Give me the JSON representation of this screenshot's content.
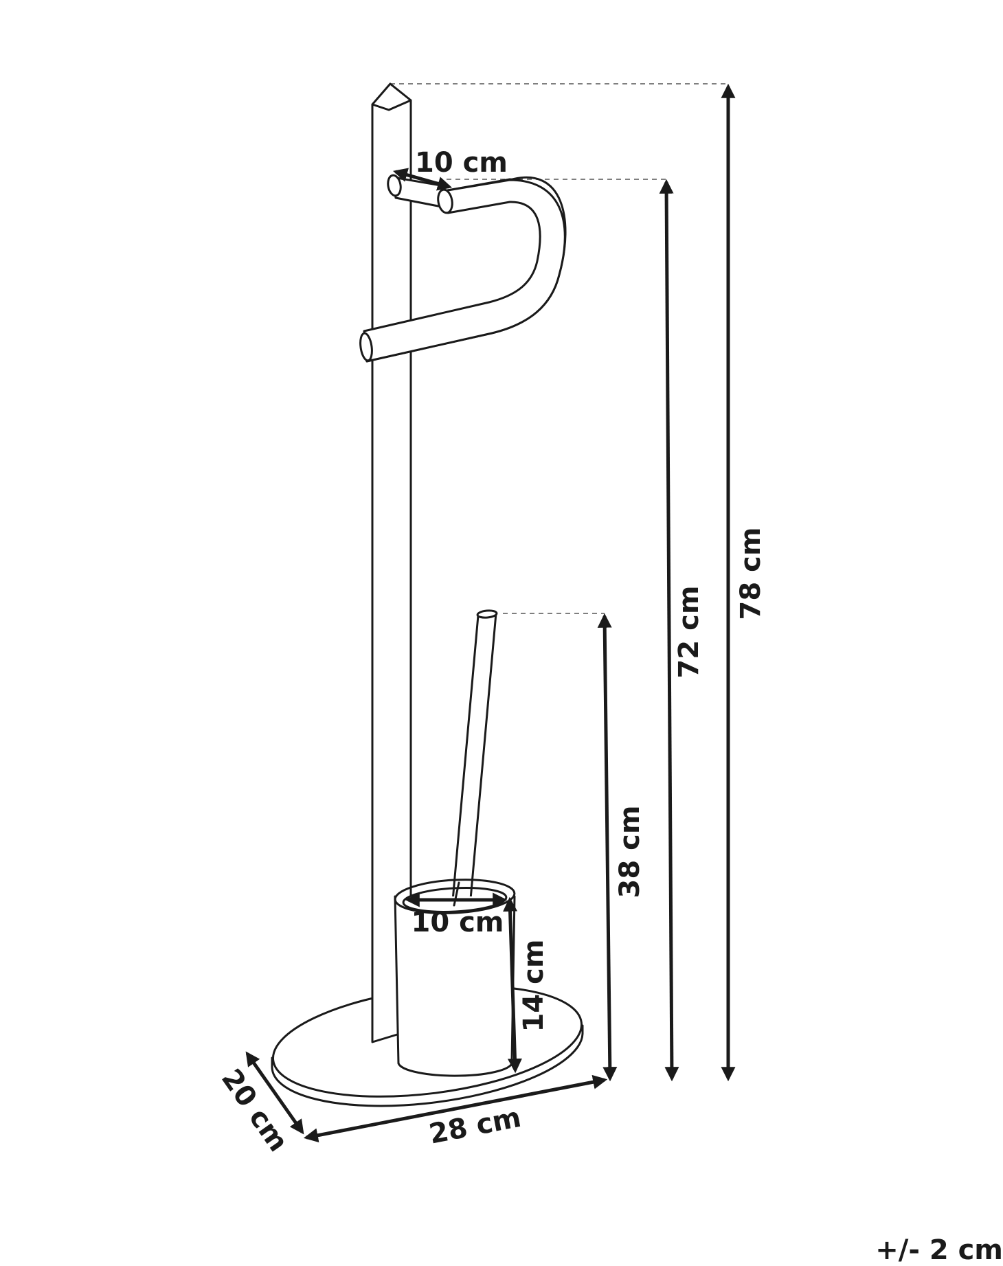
{
  "diagram": {
    "subject": "toilet-paper-holder-stand-with-brush",
    "line_color": "#1a1a1a",
    "background_color": "#ffffff",
    "dimensions": {
      "paper_holder_depth": "10 cm",
      "holder_height": "72 cm",
      "total_height": "78 cm",
      "brush_height": "38 cm",
      "brush_cup_diameter": "10 cm",
      "brush_cup_height": "14 cm",
      "base_width": "28 cm",
      "base_depth": "20 cm"
    },
    "tolerance": "+/- 2 cm"
  }
}
